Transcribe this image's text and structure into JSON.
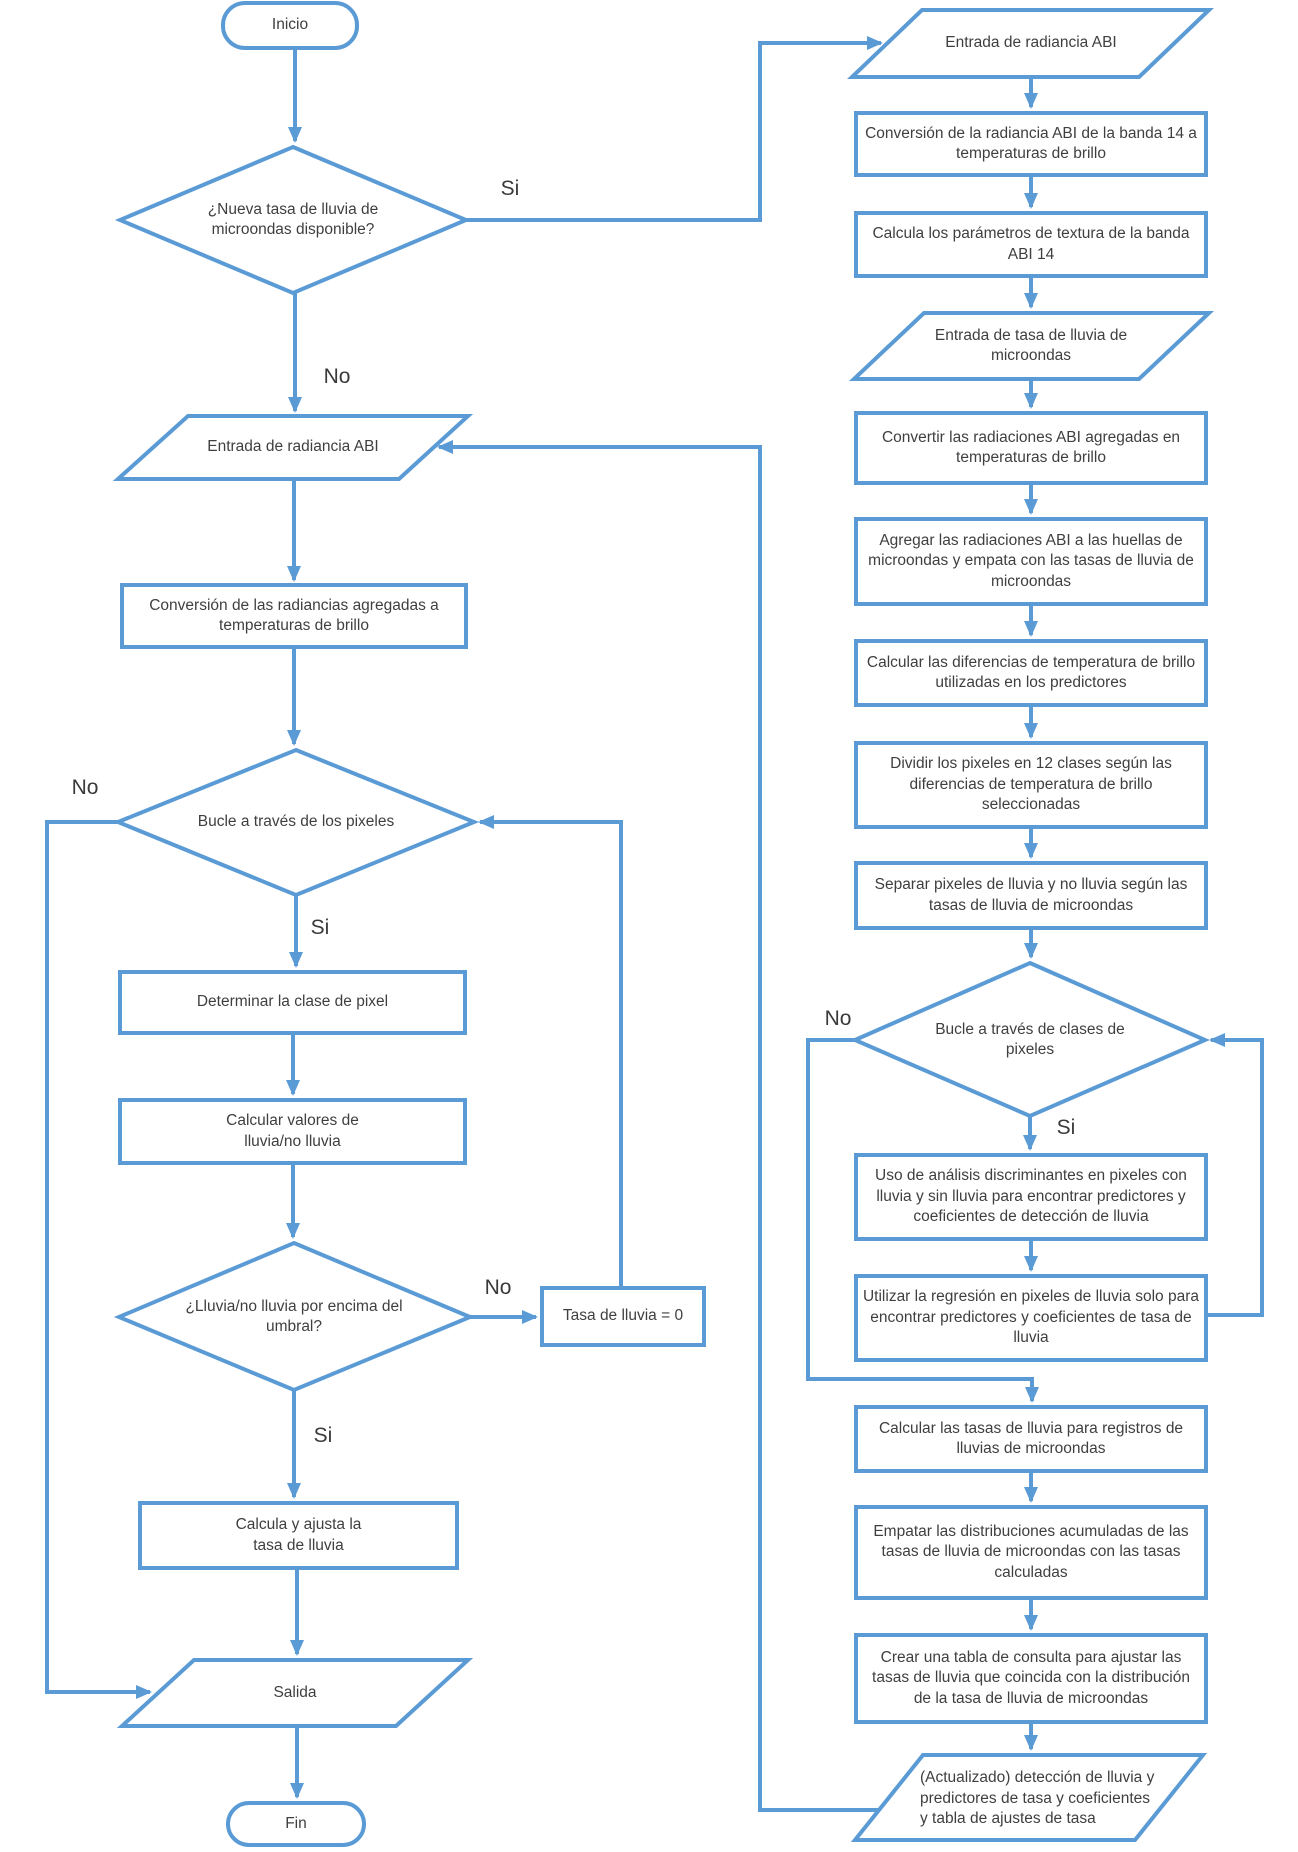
{
  "colors": {
    "accent": "#5B9BD5",
    "text": "#3f3f3f",
    "background": "#ffffff"
  },
  "labels": {
    "yes": "Si",
    "no": "No"
  },
  "left": {
    "start": "Inicio",
    "q_new_rate": "¿Nueva tasa de lluvia de microondas disponible?",
    "input_abi": "Entrada de radiancia ABI",
    "conv_aggregated": "Conversión de las radiancias agregadas a temperaturas de brillo",
    "loop_pixels": "Bucle a través de los pixeles",
    "determine_class": "Determinar la clase de pixel",
    "calc_rain_values": "Calcular valores de\nlluvia/no lluvia",
    "q_threshold": "¿Lluvia/no lluvia por encima del umbral?",
    "rain_rate_zero": "Tasa de lluvia = 0",
    "calc_adjust_rate": "Calcula y ajusta la\ntasa de lluvia",
    "output": "Salida",
    "end": "Fin"
  },
  "right": {
    "input_abi": "Entrada de radiancia ABI",
    "conv_band14": "Conversión de la radiancia ABI de la banda 14 a temperaturas de brillo",
    "calc_texture": "Calcula los parámetros de textura de la banda ABI 14",
    "input_mw_rate": "Entrada de tasa de lluvia de microondas",
    "convert_aggregated": "Convertir las radiaciones ABI agregadas en temperaturas de brillo",
    "aggregate_footprints": "Agregar las radiaciones ABI a las huellas de microondas y empata con las tasas de lluvia de microondas",
    "calc_tb_diff": "Calcular las diferencias de temperatura de brillo utilizadas en los predictores",
    "divide_classes": "Dividir los pixeles en 12 clases según las diferencias de temperatura de brillo seleccionadas",
    "separate_pixels": "Separar pixeles de lluvia y no lluvia según las tasas de lluvia de microondas",
    "loop_classes": "Bucle a través de clases de pixeles",
    "discriminant": "Uso de análisis discriminantes en pixeles con lluvia y sin lluvia para encontrar predictores y coeficientes de detección de lluvia",
    "regression": "Utilizar la regresión en pixeles de lluvia solo para encontrar predictores y coeficientes de tasa de lluvia",
    "calc_rates_records": "Calcular las tasas de lluvia para registros de lluvias de microondas",
    "match_distributions": "Empatar las distribuciones acumuladas de las tasas de lluvia de microondas con las tasas calculadas",
    "lookup_table": "Crear una tabla de consulta para ajustar las tasas de lluvia que coincida con la distribución de la tasa de lluvia de microondas",
    "updated_output": "(Actualizado) detección de lluvia y\npredictores de tasa y coeficientes\ny tabla de ajustes de tasa"
  }
}
